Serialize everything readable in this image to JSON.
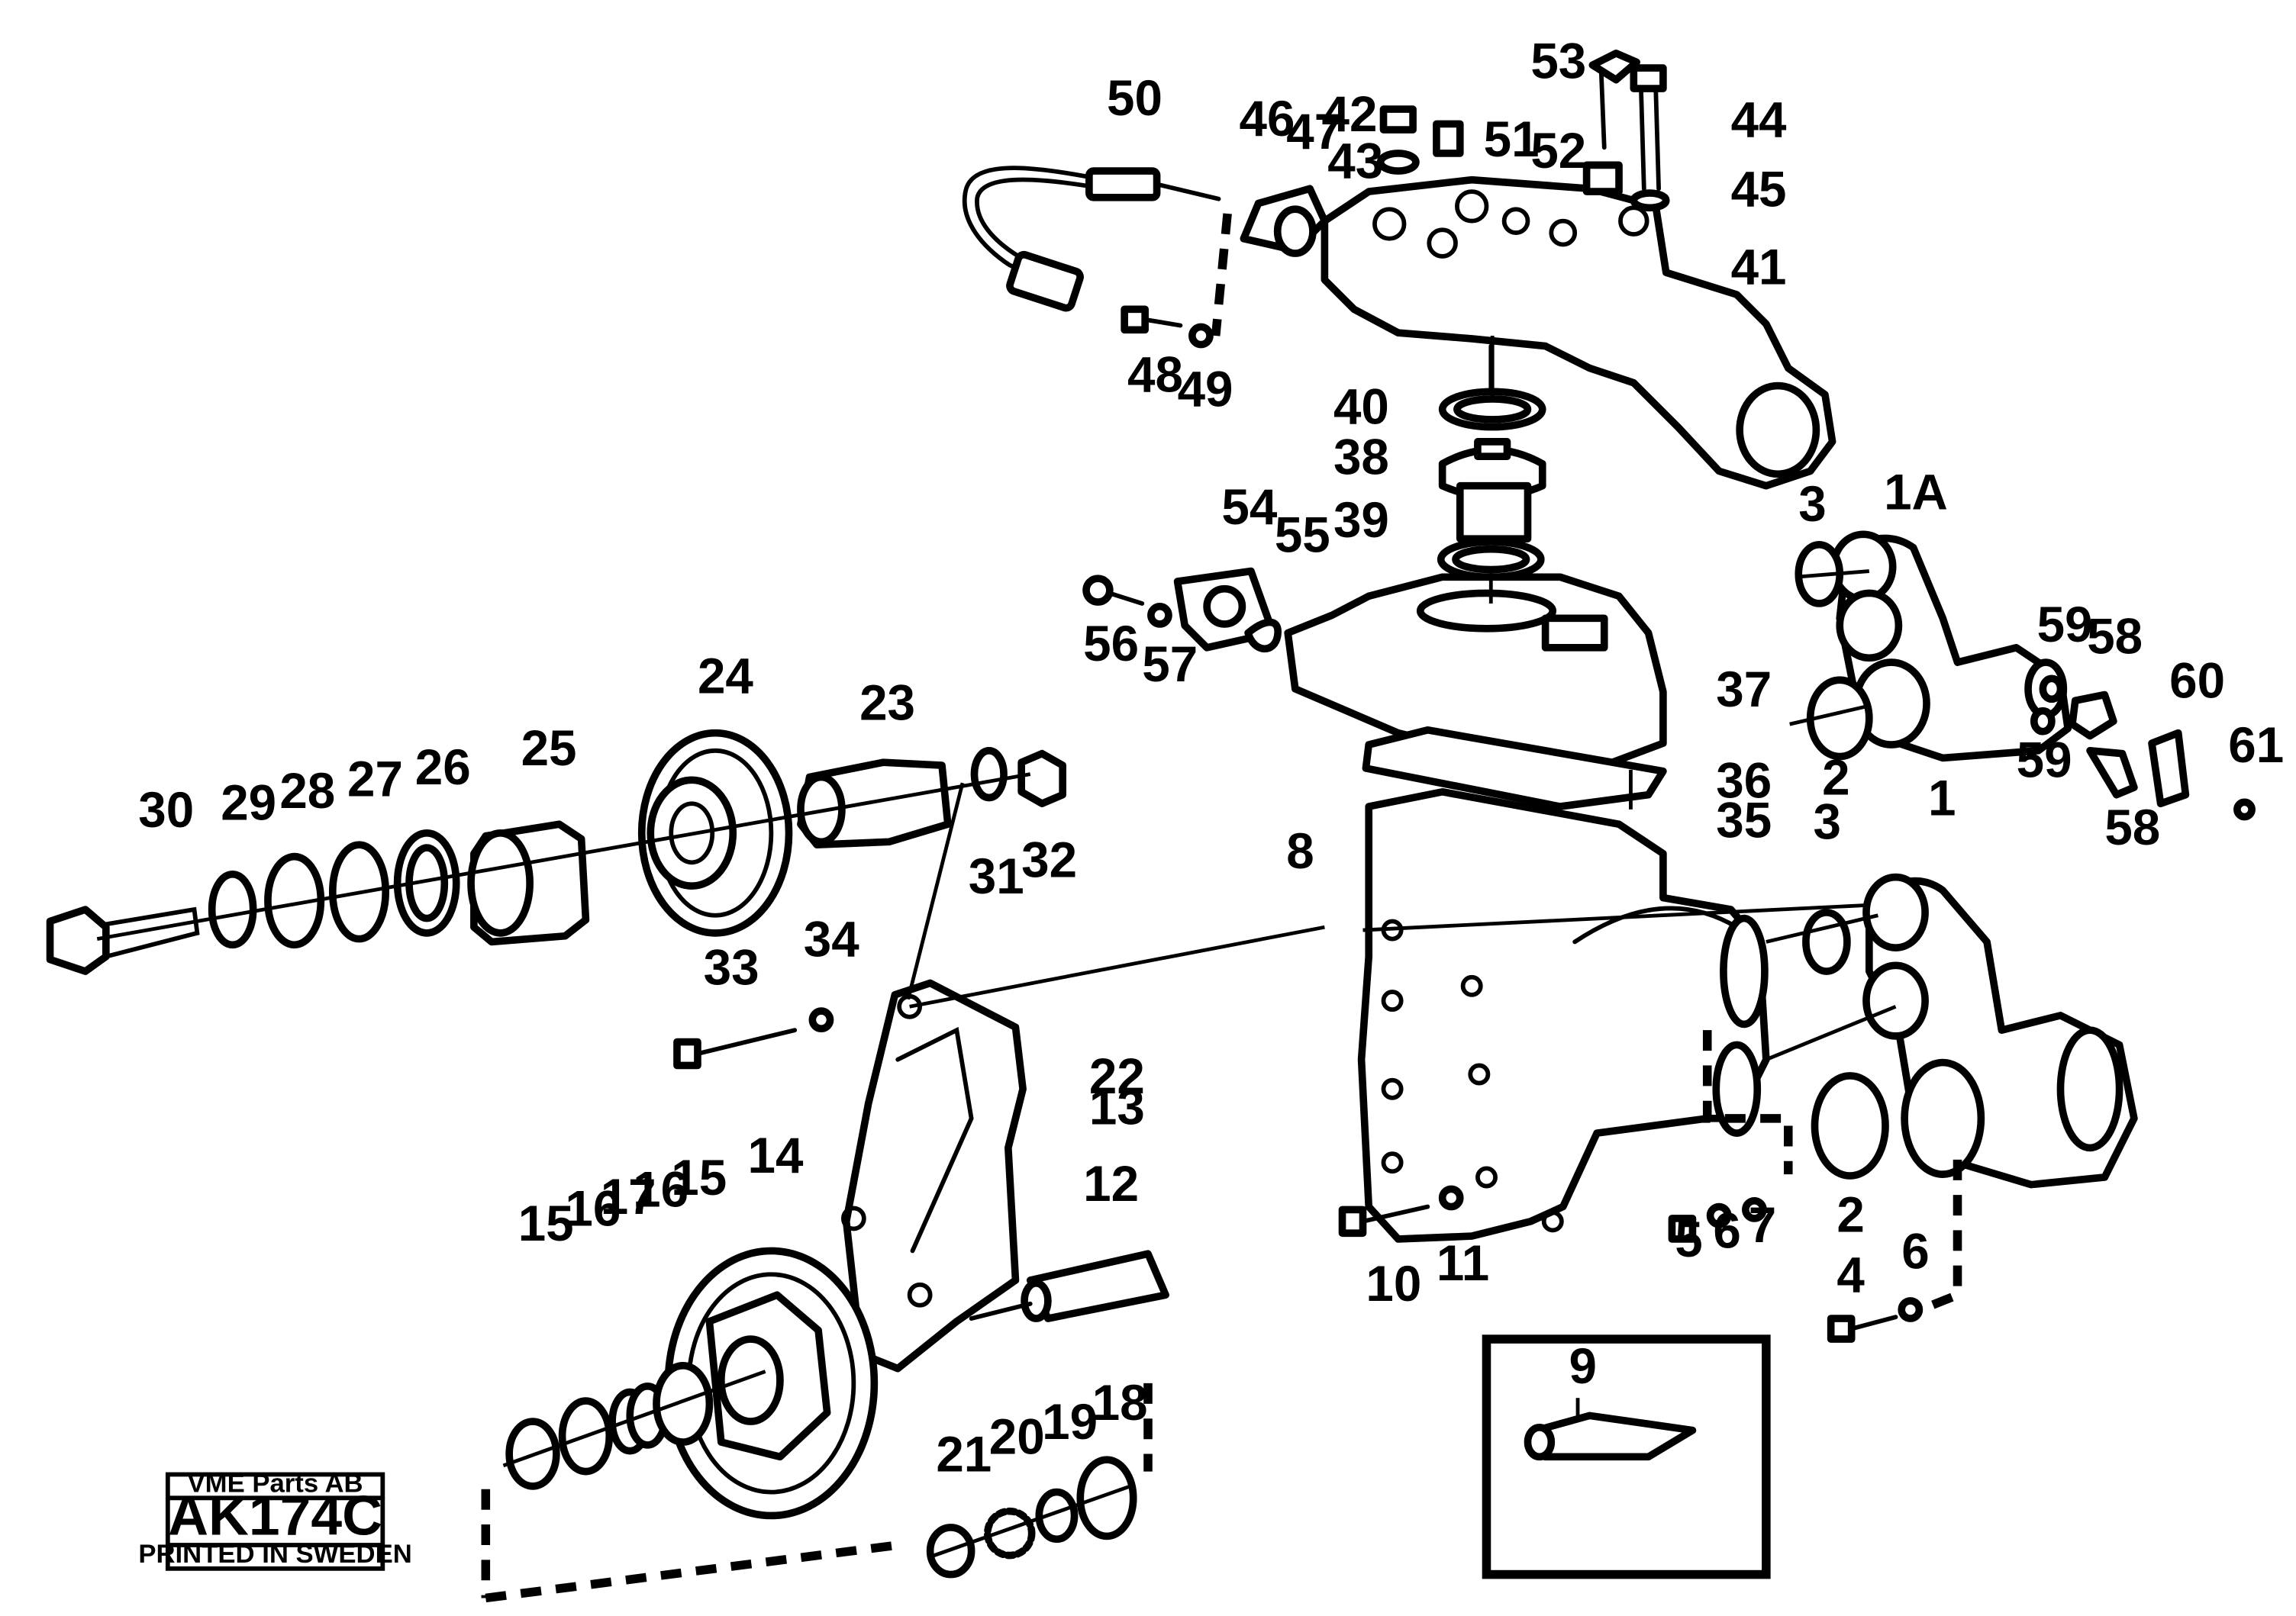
{
  "stamp": {
    "company": "VME Parts AB",
    "code": "AK174C",
    "printed": "PRINTED IN SWEDEN"
  },
  "callouts": {
    "c1": "1",
    "c1A": "1A",
    "c2a": "2",
    "c2b": "2",
    "c3a": "3",
    "c3b": "3",
    "c4": "4",
    "c5": "5",
    "c6a": "6",
    "c6b": "6",
    "c7": "7",
    "c8": "8",
    "c9": "9",
    "c10": "10",
    "c11": "11",
    "c12": "12",
    "c13": "13",
    "c14": "14",
    "c15a": "15",
    "c15b": "15",
    "c16a": "16",
    "c16b": "16",
    "c17": "17",
    "c18": "18",
    "c19": "19",
    "c20": "20",
    "c21": "21",
    "c22": "22",
    "c23": "23",
    "c24": "24",
    "c25": "25",
    "c26": "26",
    "c27": "27",
    "c28": "28",
    "c29": "29",
    "c30": "30",
    "c31": "31",
    "c32": "32",
    "c33": "33",
    "c34": "34",
    "c35": "35",
    "c36": "36",
    "c37": "37",
    "c38": "38",
    "c39": "39",
    "c40": "40",
    "c41": "41",
    "c42": "42",
    "c43": "43",
    "c44": "44",
    "c45": "45",
    "c46": "46",
    "c47": "47",
    "c48": "48",
    "c49": "49",
    "c50": "50",
    "c51": "51",
    "c52": "52",
    "c53": "53",
    "c54": "54",
    "c55": "55",
    "c56": "56",
    "c57": "57",
    "c58a": "58",
    "c58b": "58",
    "c59a": "59",
    "c59b": "59",
    "c60": "60",
    "c61": "61"
  }
}
